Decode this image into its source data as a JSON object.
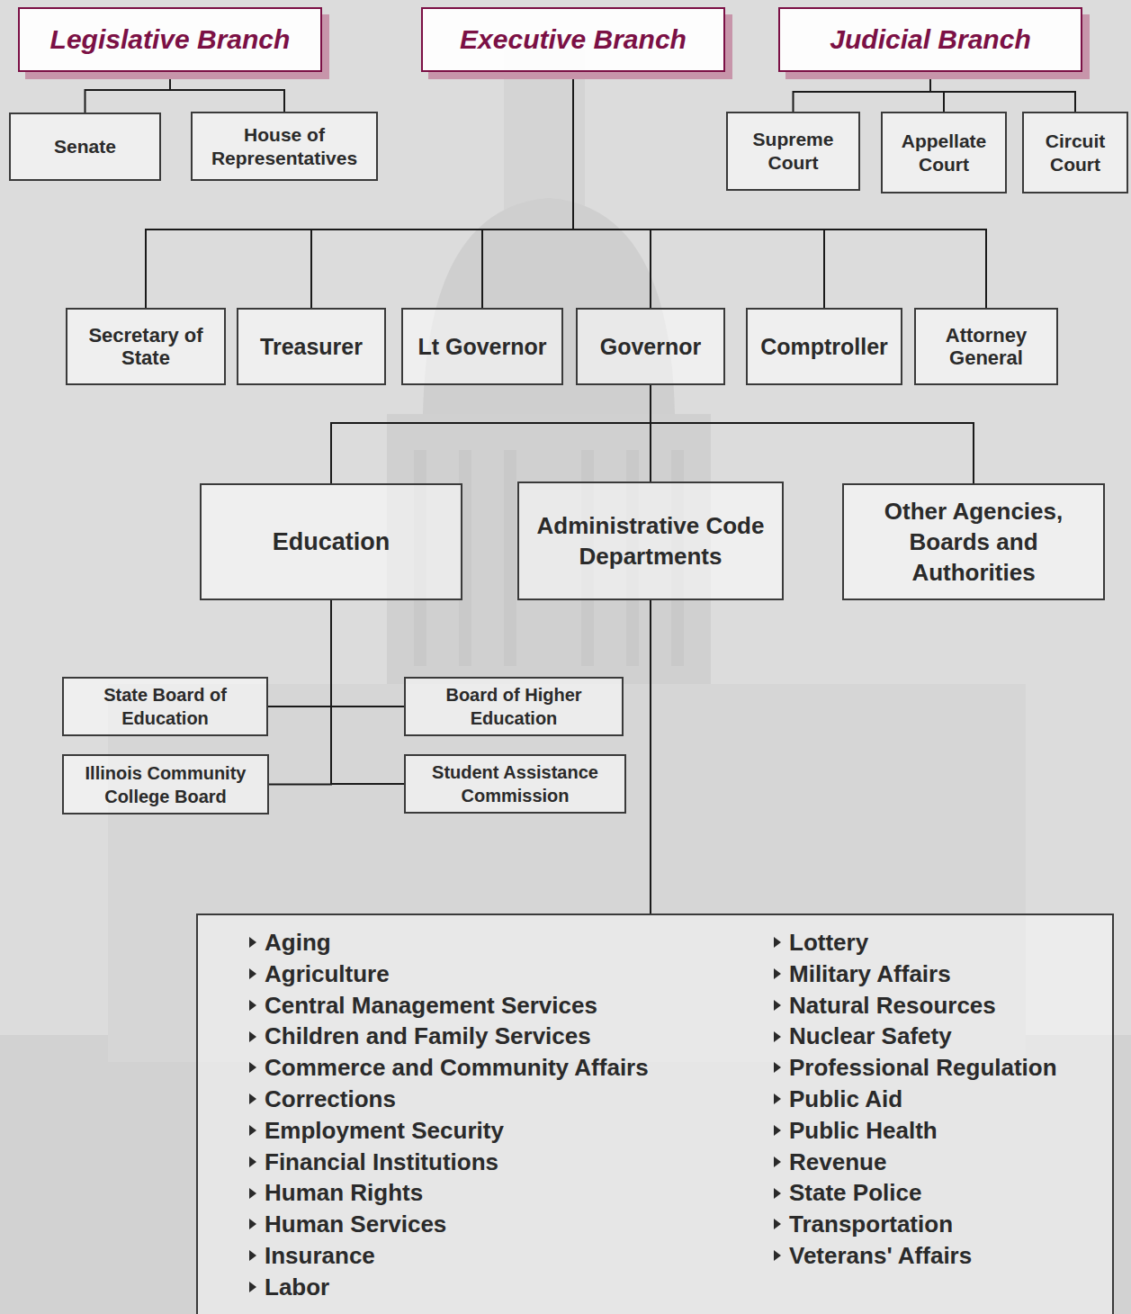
{
  "diagram": {
    "nodes": [
      {
        "text": [
          "Legislative Branch"
        ]
      },
      {
        "text": [
          "Executive Branch"
        ]
      },
      {
        "text": [
          "Judicial Branch"
        ]
      },
      {
        "text": [
          "Senate"
        ]
      },
      {
        "text": [
          "House of Representatives"
        ]
      },
      {
        "text": [
          "Supreme Court"
        ]
      },
      {
        "text": [
          "Appellate Court"
        ]
      },
      {
        "text": [
          "Circuit Court"
        ]
      },
      {
        "text": [
          "Secretary of State"
        ]
      },
      {
        "text": [
          "Treasurer"
        ]
      },
      {
        "text": [
          "Lt Governor"
        ]
      },
      {
        "text": [
          "Governor"
        ]
      },
      {
        "text": [
          "Comptroller"
        ]
      },
      {
        "text": [
          "Attorney General"
        ]
      },
      {
        "text": [
          "Education"
        ]
      },
      {
        "text": [
          "Administrative Code Departments"
        ]
      },
      {
        "text": [
          "Other Agencies, Boards and Authorities"
        ]
      },
      {
        "text": [
          "State Board of Education"
        ]
      },
      {
        "text": [
          "Board of Higher Education"
        ]
      },
      {
        "text": [
          "Illinois Community College Board"
        ]
      },
      {
        "text": [
          "Student Assistance Commission"
        ]
      },
      {
        "text": [
          "Aging",
          "Agriculture",
          "Central Management Services",
          "Children and Family Services",
          "Commerce and Community Affairs",
          "Corrections",
          "Employment Security",
          "Financial Institutions",
          "Human Rights",
          "Human Services",
          "Insurance",
          "Labor",
          "Lottery",
          "Military Affairs",
          "Natural Resources",
          "Nuclear Safety",
          "Professional Regulation",
          "Public Aid",
          "Public Health",
          "Revenue",
          "State Police",
          "Transportation",
          "Veterans' Affairs"
        ]
      }
    ],
    "edges": [
      {
        "from": 0,
        "to": 3,
        "arrow": "none"
      },
      {
        "from": 0,
        "to": 4,
        "arrow": "none"
      },
      {
        "from": 2,
        "to": 5,
        "arrow": "none"
      },
      {
        "from": 2,
        "to": 6,
        "arrow": "none"
      },
      {
        "from": 2,
        "to": 7,
        "arrow": "none"
      },
      {
        "from": 1,
        "to": 8,
        "arrow": "none"
      },
      {
        "from": 1,
        "to": 9,
        "arrow": "none"
      },
      {
        "from": 1,
        "to": 10,
        "arrow": "none"
      },
      {
        "from": 1,
        "to": 11,
        "arrow": "none"
      },
      {
        "from": 1,
        "to": 12,
        "arrow": "none"
      },
      {
        "from": 1,
        "to": 13,
        "arrow": "none"
      },
      {
        "from": 11,
        "to": 14,
        "arrow": "none"
      },
      {
        "from": 11,
        "to": 15,
        "arrow": "none"
      },
      {
        "from": 11,
        "to": 16,
        "arrow": "none"
      },
      {
        "from": 14,
        "to": 17,
        "arrow": "none"
      },
      {
        "from": 14,
        "to": 18,
        "arrow": "none"
      },
      {
        "from": 14,
        "to": 19,
        "arrow": "none"
      },
      {
        "from": 14,
        "to": 20,
        "arrow": "none"
      },
      {
        "from": 15,
        "to": 21,
        "arrow": "none"
      }
    ]
  }
}
